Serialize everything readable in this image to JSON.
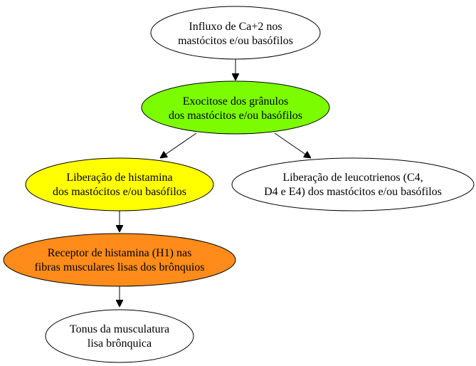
{
  "nodes": {
    "influx": {
      "lines": [
        "Influxo de Ca+2 nos",
        "mastócitos e/ou basófilos"
      ],
      "fill": "#ffffff"
    },
    "exocytosis": {
      "lines": [
        "Exocitose dos grânulos",
        "dos mastócitos e/ou basófilos"
      ],
      "fill": "#7cfc00"
    },
    "histamine_release": {
      "lines": [
        "Liberação de histamina",
        "dos mastócitos e/ou basófilos"
      ],
      "fill": "#ffff00"
    },
    "leukotriene_release": {
      "lines": [
        "Liberação de leucotrienos (C4,",
        "D4 e E4) dos mastócitos e/ou basófilos"
      ],
      "fill": "#ffffff"
    },
    "h1_receptor": {
      "lines": [
        "Receptor de histamina (H1) nas",
        "fibras musculares lisas dos brônquios"
      ],
      "fill": "#ff8c1a"
    },
    "bronchial_tone": {
      "lines": [
        "Tonus da musculatura",
        "lisa brônquica"
      ],
      "fill": "#ffffff"
    }
  },
  "edges": [
    {
      "from": "influx",
      "to": "exocytosis"
    },
    {
      "from": "exocytosis",
      "to": "histamine_release"
    },
    {
      "from": "exocytosis",
      "to": "leukotriene_release"
    },
    {
      "from": "histamine_release",
      "to": "h1_receptor"
    },
    {
      "from": "h1_receptor",
      "to": "bronchial_tone"
    }
  ]
}
